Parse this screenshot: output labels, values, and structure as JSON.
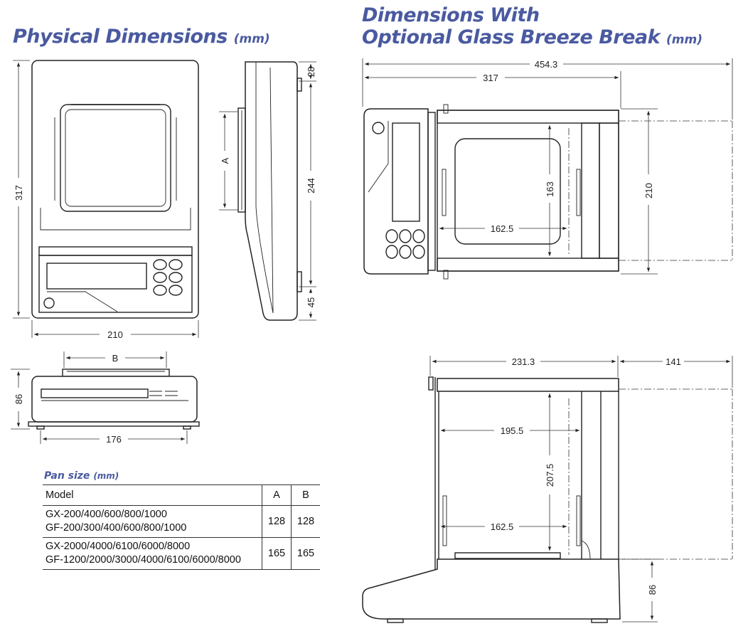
{
  "titles": {
    "left": "Physical Dimensions",
    "left_unit": "(mm)",
    "right_line1": "Dimensions With",
    "right_line2": "Optional Glass Breeze Break",
    "right_unit": "(mm)"
  },
  "dimensions": {
    "top_view": {
      "height": "317",
      "width": "210"
    },
    "side_view": {
      "pan_label": "A",
      "top_offset": "28",
      "height": "244",
      "bottom_offset": "45"
    },
    "front_view": {
      "pan_label": "B",
      "height": "86",
      "foot_span": "176"
    },
    "breeze_top": {
      "overall_length": "454.3",
      "base_length": "317",
      "depth": "210",
      "inner_depth": "163",
      "inner_width": "162.5"
    },
    "breeze_side": {
      "base_depth": "231.3",
      "door_clearance": "141",
      "inner_depth": "195.5",
      "inner_height": "207.5",
      "pan_width": "162.5",
      "base_height": "86"
    }
  },
  "pan_table": {
    "caption": "Pan size",
    "caption_unit": "(mm)",
    "headers": [
      "Model",
      "A",
      "B"
    ],
    "rows": [
      {
        "models": [
          "GX-200/400/600/800/1000",
          "GF-200/300/400/600/800/1000"
        ],
        "a": "128",
        "b": "128"
      },
      {
        "models": [
          "GX-2000/4000/6100/6000/8000",
          "GF-1200/2000/3000/4000/6100/6000/8000"
        ],
        "a": "165",
        "b": "165"
      }
    ]
  }
}
